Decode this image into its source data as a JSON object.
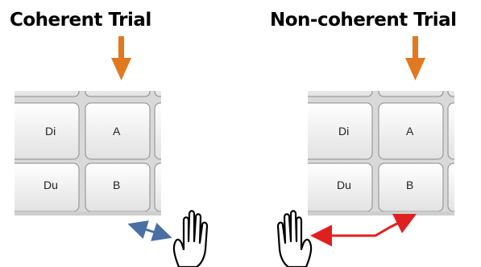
{
  "titles": {
    "left": "Coherent Trial",
    "right": "Non-coherent Trial"
  },
  "keys": {
    "left": [
      "Di",
      "A",
      "Du",
      "B"
    ],
    "right": [
      "Di",
      "A",
      "Du",
      "B"
    ]
  },
  "colors": {
    "indicator_arrow": "#e0791f",
    "coherent_arrow": "#4a6fa5",
    "noncoherent_arrow": "#e02020",
    "key_face": "#f4f4f4",
    "key_edge": "#8a8a8a"
  },
  "icons": {
    "hand": "raised-hand-outline-icon",
    "indicator": "down-arrow-icon"
  }
}
